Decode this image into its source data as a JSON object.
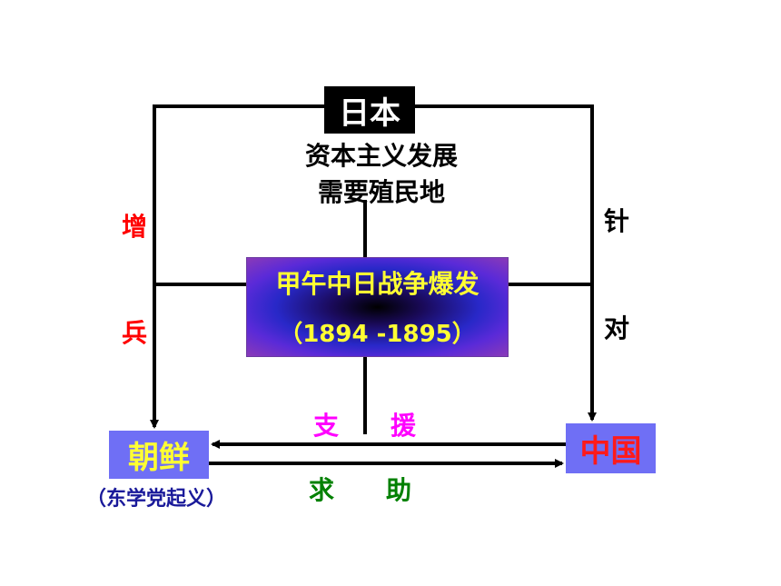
{
  "nodes": {
    "japan": "日本",
    "japan_desc_line1": "资本主义发展",
    "japan_desc_line2": "需要殖民地",
    "war_title": "甲午中日战争爆发",
    "war_years": "（1894 -1895）",
    "korea": "朝鲜",
    "korea_note": "（东学党起义）",
    "china": "中国"
  },
  "edge_labels": {
    "left_1": "增",
    "left_2": "兵",
    "right_1": "针",
    "right_2": "对",
    "support_1": "支",
    "support_2": "援",
    "help_1": "求",
    "help_2": "助"
  },
  "colors": {
    "line": "#000000",
    "node_fill": "#6f6ff5",
    "korea_text": "#ffff33",
    "china_text": "#ff1a1a",
    "increase_troops": "#ff0000",
    "support": "#ff00ff",
    "help": "#008000",
    "note": "#1a1a9a"
  }
}
